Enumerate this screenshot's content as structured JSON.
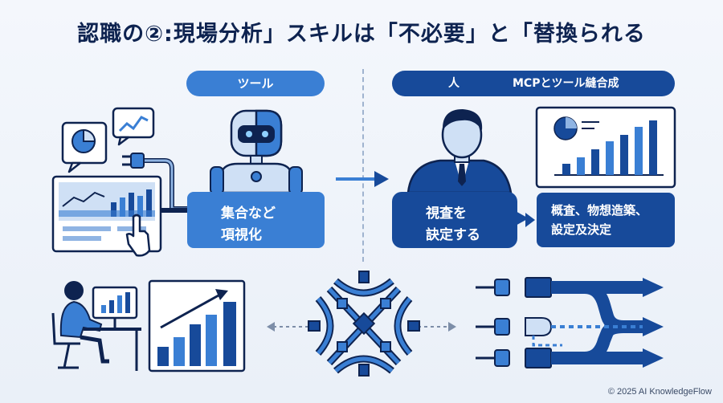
{
  "title": "認職の②:現場分析」スキルは「不必要」と「替換られる",
  "header": {
    "left_pill": "ツール",
    "right_pill_person": "人",
    "right_pill_label": "MCPとツール縫合成"
  },
  "boxes": {
    "collect_line1": "集合など",
    "collect_line2": "項視化",
    "decide_line1": "視査を",
    "decide_line2": "訣定する",
    "concept_line1": "概査、物想造築、",
    "concept_line2": "設定及決定"
  },
  "footer": "© 2025 AI KnowledgeFlow",
  "colors": {
    "accent_light": "#3a7fd4",
    "accent_dark": "#174a9a",
    "navy": "#0e2350",
    "pale": "#cfe0f5"
  },
  "icons": [
    "pie-chart-icon",
    "line-chart-icon",
    "plug-icon",
    "dashboard-monitor-icon",
    "pointer-hand-icon",
    "robot-icon",
    "arrow-right-icon",
    "businessman-icon",
    "bar-chart-monitor-icon",
    "analyst-at-desk-icon",
    "growth-chart-icon",
    "connector-network-icon",
    "merge-flow-icon"
  ]
}
